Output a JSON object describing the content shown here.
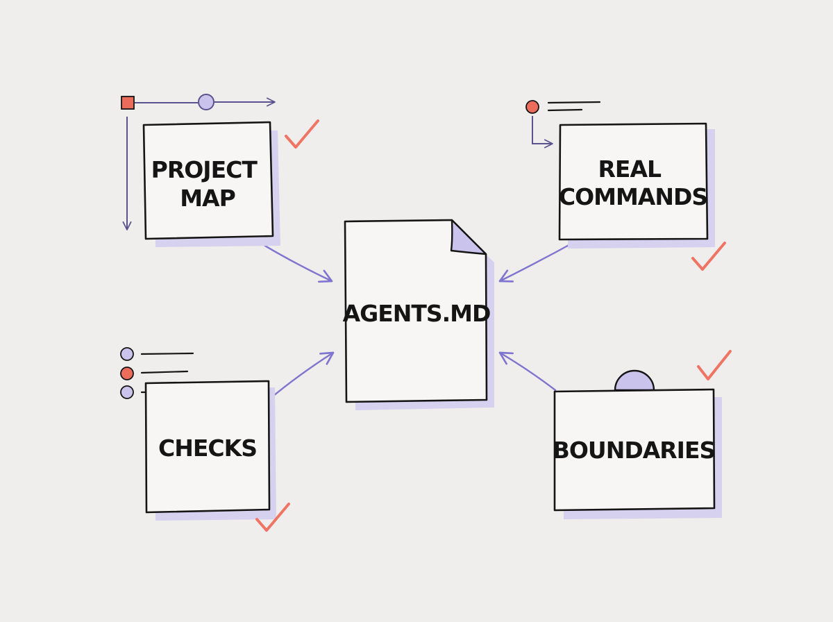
{
  "diagram": {
    "center": {
      "label": "AGENTS.MD"
    },
    "nodes": [
      {
        "id": "project-map",
        "lines": [
          "PROJECT",
          "MAP"
        ]
      },
      {
        "id": "real-commands",
        "lines": [
          "REAL",
          "COMMANDS"
        ]
      },
      {
        "id": "checks",
        "lines": [
          "CHECKS"
        ]
      },
      {
        "id": "boundaries",
        "lines": [
          "BOUNDARIES"
        ]
      }
    ]
  },
  "colors": {
    "background": "#efeeec",
    "ink": "#151515",
    "arrow": "#7f74cf",
    "shadow": "#d6d1ee",
    "accent_red": "#ec6c5c",
    "accent_lavender": "#cac4ec",
    "tick": "#ef7464"
  },
  "icons": [
    "check-icon",
    "flow-diagram-icon",
    "list-icon",
    "knob-icon",
    "folded-corner-icon"
  ]
}
